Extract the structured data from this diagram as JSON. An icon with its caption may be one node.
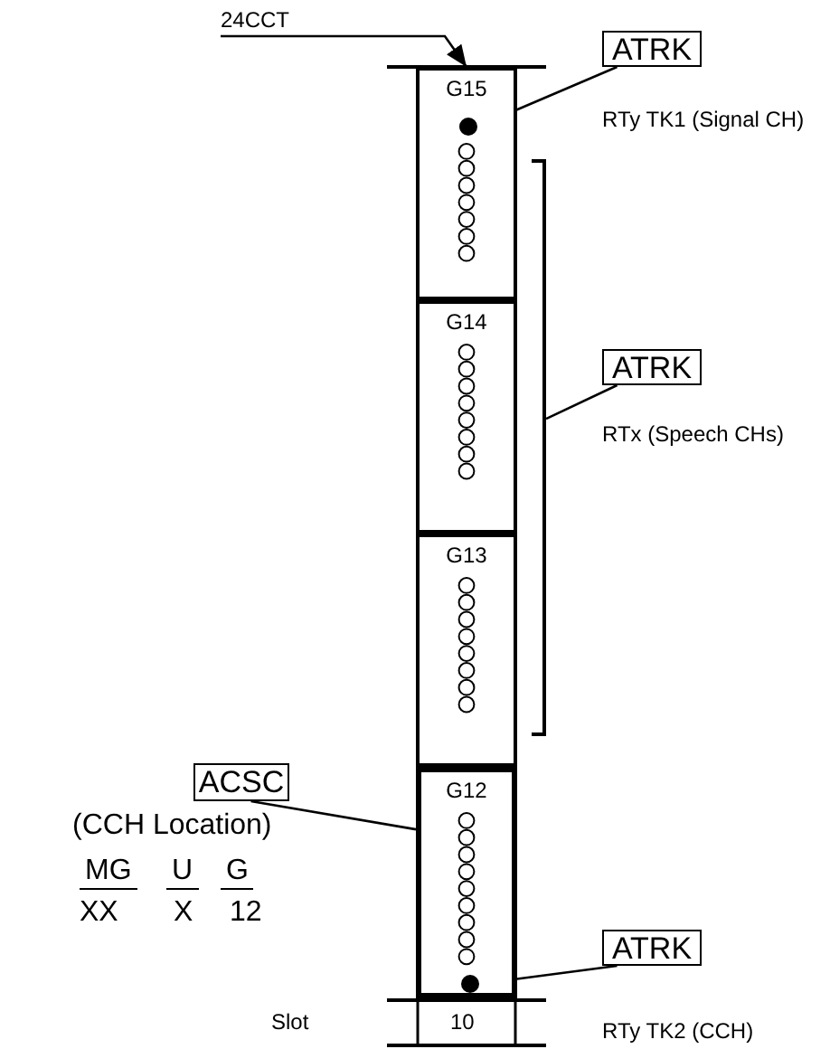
{
  "diagram": {
    "nodes": [
      {
        "text": [
          "G15"
        ]
      },
      {
        "text": [
          "G14"
        ]
      },
      {
        "text": [
          "G13"
        ]
      },
      {
        "text": [
          "G12"
        ]
      },
      {
        "text": [
          "ATRK"
        ],
        "beside": [
          "RTy TK1 (Signal CH)"
        ]
      },
      {
        "text": [
          "ATRK"
        ],
        "beside": [
          "RTx (Speech CHs)"
        ]
      },
      {
        "text": [
          "ATRK"
        ],
        "beside": [
          "RTy TK2 (CCH)"
        ]
      },
      {
        "text": [
          "ACSC"
        ]
      },
      {
        "text": [],
        "shape": "circle",
        "in": 0
      },
      {
        "text": [],
        "shape": "circle",
        "in": 3
      },
      {
        "text": [
          "24CCT"
        ]
      },
      {
        "text": [],
        "shape": "bar"
      }
    ],
    "edges": [
      {
        "from": 4,
        "to": 8,
        "arrow": "none"
      },
      {
        "from": 5,
        "to": 11,
        "arrow": "none"
      },
      {
        "from": 6,
        "to": 9,
        "arrow": "none"
      },
      {
        "from": 7,
        "to": 3,
        "arrow": "none"
      },
      {
        "from": 10,
        "to": 0,
        "arrow": "to"
      }
    ],
    "labels": [
      "(CCH Location)",
      "MG",
      "U",
      "G",
      "XX",
      "X",
      "12",
      "Slot",
      "10"
    ]
  }
}
